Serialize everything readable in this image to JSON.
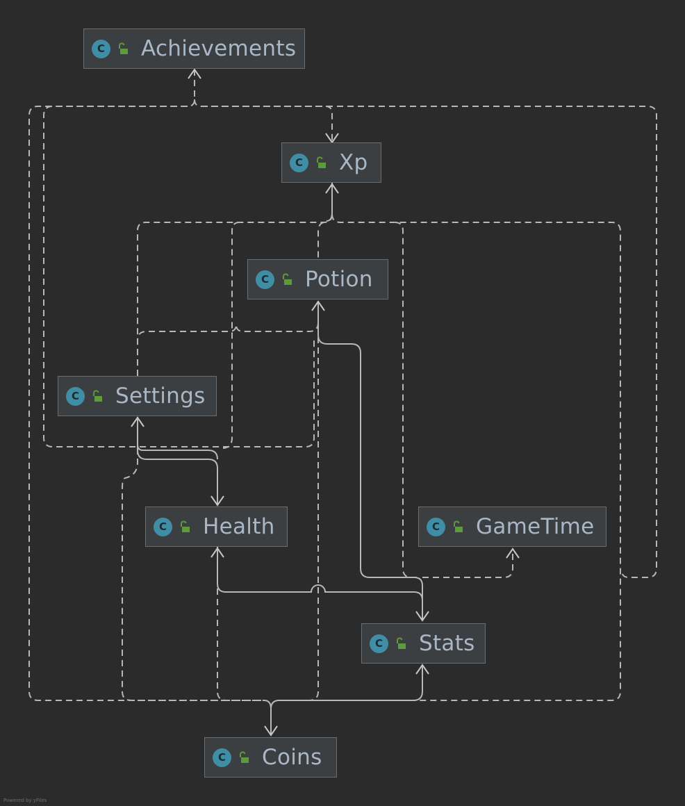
{
  "nodes": {
    "achievements": {
      "label": "Achievements",
      "icon": "class-icon",
      "modifier": "public-icon"
    },
    "xp": {
      "label": "Xp",
      "icon": "class-icon",
      "modifier": "public-icon"
    },
    "potion": {
      "label": "Potion",
      "icon": "class-icon",
      "modifier": "public-icon"
    },
    "settings": {
      "label": "Settings",
      "icon": "class-icon",
      "modifier": "public-icon"
    },
    "health": {
      "label": "Health",
      "icon": "class-icon",
      "modifier": "public-icon"
    },
    "gametime": {
      "label": "GameTime",
      "icon": "class-icon",
      "modifier": "public-icon"
    },
    "stats": {
      "label": "Stats",
      "icon": "class-icon",
      "modifier": "public-icon"
    },
    "coins": {
      "label": "Coins",
      "icon": "class-icon",
      "modifier": "public-icon"
    }
  },
  "class_badge": "C",
  "footer": "Powered by yFiles",
  "colors": {
    "background": "#2b2b2b",
    "node_fill": "#3c3f41",
    "node_border": "#6b6e70",
    "text": "#a9b7c6",
    "class_icon": "#3f8ea5",
    "lock_icon": "#5c9a3a",
    "edge": "#b8b8b8"
  }
}
